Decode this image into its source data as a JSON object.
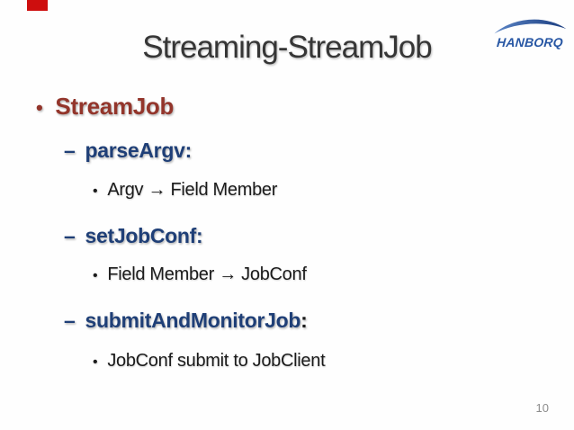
{
  "slide": {
    "title": "Streaming-StreamJob",
    "page_number": "10"
  },
  "logo": {
    "wordmark": "HANBORQ"
  },
  "outline": {
    "l1": {
      "bullet": "•",
      "text": "StreamJob"
    },
    "sections": [
      {
        "marker": "–",
        "label": "parseArgv:",
        "suffix": "",
        "sub": {
          "marker": "•",
          "text": "Argv → Field Member"
        }
      },
      {
        "marker": "–",
        "label": "setJobConf:",
        "suffix": "",
        "sub": {
          "marker": "•",
          "text": "Field Member → JobConf"
        }
      },
      {
        "marker": "–",
        "label": "submitAndMonitorJob",
        "suffix": ":",
        "sub": {
          "marker": "•",
          "text": "JobConf submit to JobClient"
        }
      }
    ]
  },
  "colors": {
    "level1_red": "#93352b",
    "level2_navy": "#1f3f77",
    "body_text": "#1b1b1b",
    "title_text": "#363636",
    "page_number_gray": "#8c8c8c",
    "logo_blue": "#2857a4",
    "red_bar": "#ce0e0e"
  }
}
